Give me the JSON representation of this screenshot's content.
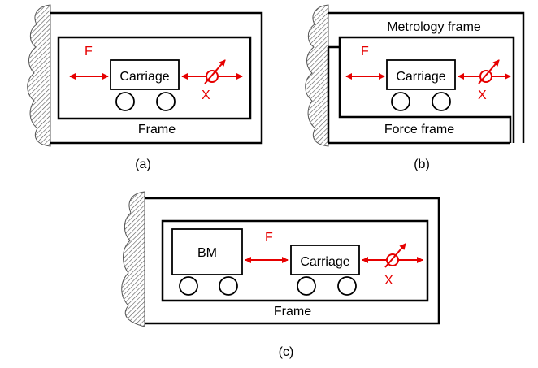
{
  "panel_a": {
    "frame_label": "Frame",
    "carriage_label": "Carriage",
    "force_label": "F",
    "sensor_label": "X",
    "caption": "(a)"
  },
  "panel_b": {
    "metrology_label": "Metrology frame",
    "force_frame_label": "Force frame",
    "carriage_label": "Carriage",
    "force_label": "F",
    "sensor_label": "X",
    "caption": "(b)"
  },
  "panel_c": {
    "frame_label": "Frame",
    "bm_label": "BM",
    "carriage_label": "Carriage",
    "force_label": "F",
    "sensor_label": "X",
    "caption": "(c)"
  },
  "colors": {
    "accent": "#e60000",
    "line": "#000000",
    "wall_hatch": "#555555"
  }
}
